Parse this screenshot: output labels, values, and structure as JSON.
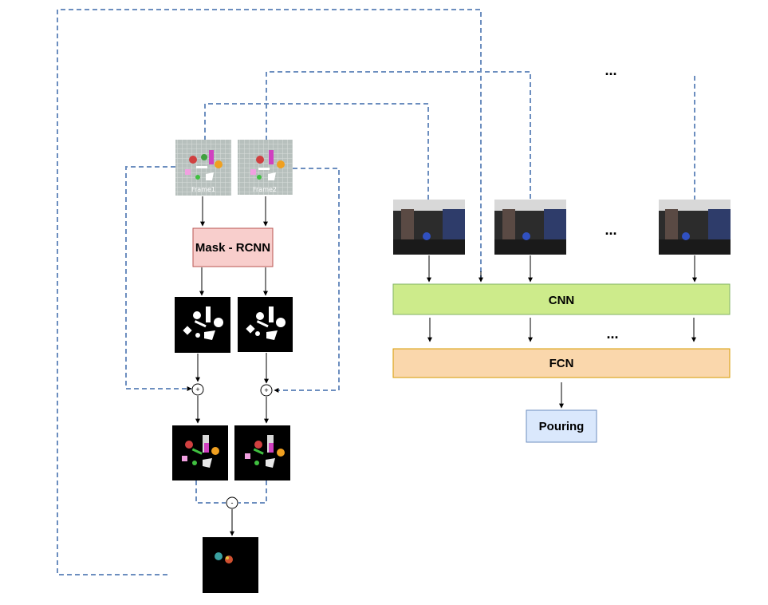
{
  "boxes": {
    "mask_rcnn": "Mask - RCNN",
    "cnn": "CNN",
    "fcn": "FCN",
    "pouring": "Pouring"
  },
  "frames": {
    "frame1": "Frame1",
    "frame2": "Frame2"
  },
  "operators": {
    "plus": "+",
    "minus": "-"
  },
  "ellipsis": "...",
  "colors": {
    "mask_rcnn_fill": "#f8cecc",
    "cnn_fill": "#cdeb8b",
    "fcn_fill": "#fad7ac",
    "pouring_fill": "#dae8fc",
    "dashed_line": "#6c8ebf"
  }
}
